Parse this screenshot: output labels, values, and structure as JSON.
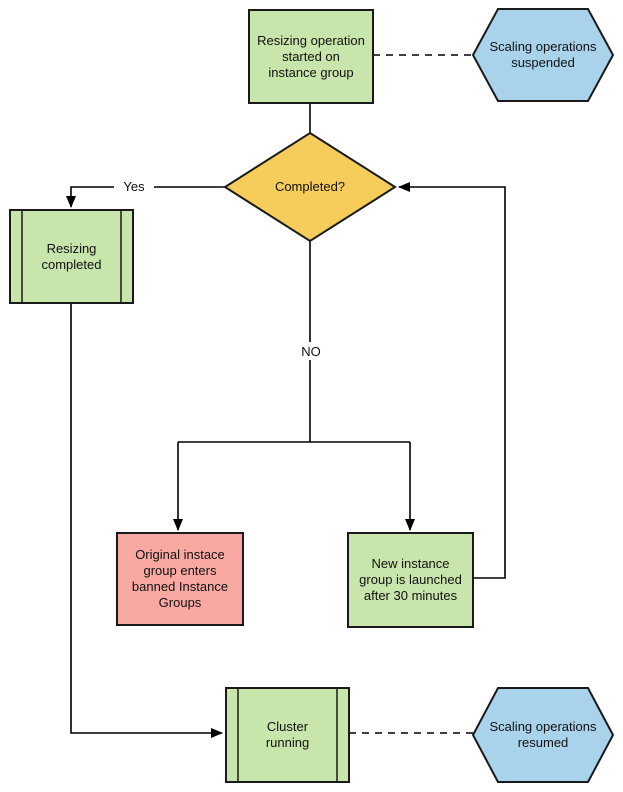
{
  "colors": {
    "process_green": "#c8e5ab",
    "decision_yellow": "#f6cd5b",
    "event_blue": "#a9d3eb",
    "error_pink": "#f9a8a2",
    "stroke": "#1a1a1a",
    "connector": "#000000"
  },
  "nodes": {
    "start": {
      "shape": "rectangle",
      "label": "Resizing operation\nstarted on\ninstance group"
    },
    "suspended": {
      "shape": "hexagon",
      "label": "Scaling operations\nsuspended"
    },
    "completed": {
      "shape": "diamond",
      "label": "Completed?"
    },
    "resizing_completed": {
      "shape": "predefined-process",
      "label": "Resizing\ncompleted"
    },
    "banned": {
      "shape": "rectangle",
      "label": "Original instace\ngroup enters\nbanned Instance\nGroups"
    },
    "new_group": {
      "shape": "rectangle",
      "label": "New instance\ngroup is launched\nafter 30 minutes"
    },
    "cluster_running": {
      "shape": "predefined-process",
      "label": "Cluster\nrunning"
    },
    "resumed": {
      "shape": "hexagon",
      "label": "Scaling operations\nresumed"
    }
  },
  "edges": {
    "yes_label": "Yes",
    "no_label": "NO"
  }
}
